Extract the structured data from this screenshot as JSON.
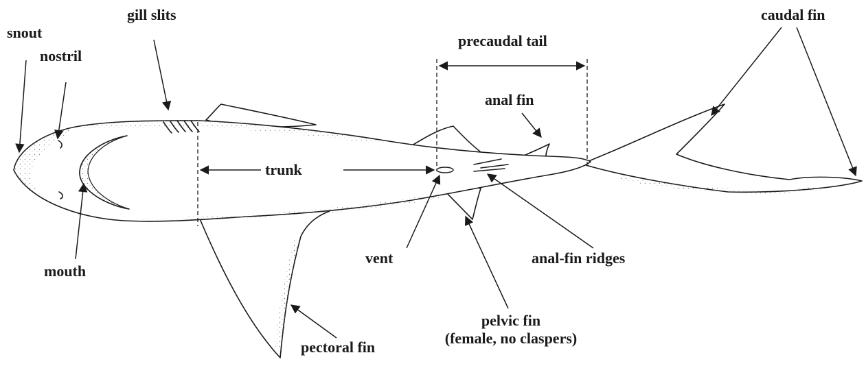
{
  "labels": {
    "snout": "snout",
    "nostril": "nostril",
    "gill_slits": "gill slits",
    "mouth": "mouth",
    "trunk": "trunk",
    "pectoral_fin": "pectoral fin",
    "precaudal_tail": "precaudal tail",
    "anal_fin": "anal fin",
    "vent": "vent",
    "anal_fin_ridges": "anal-fin ridges",
    "pelvic_fin": "pelvic fin",
    "pelvic_fin_note": "(female, no claspers)",
    "caudal_fin": "caudal fin"
  }
}
